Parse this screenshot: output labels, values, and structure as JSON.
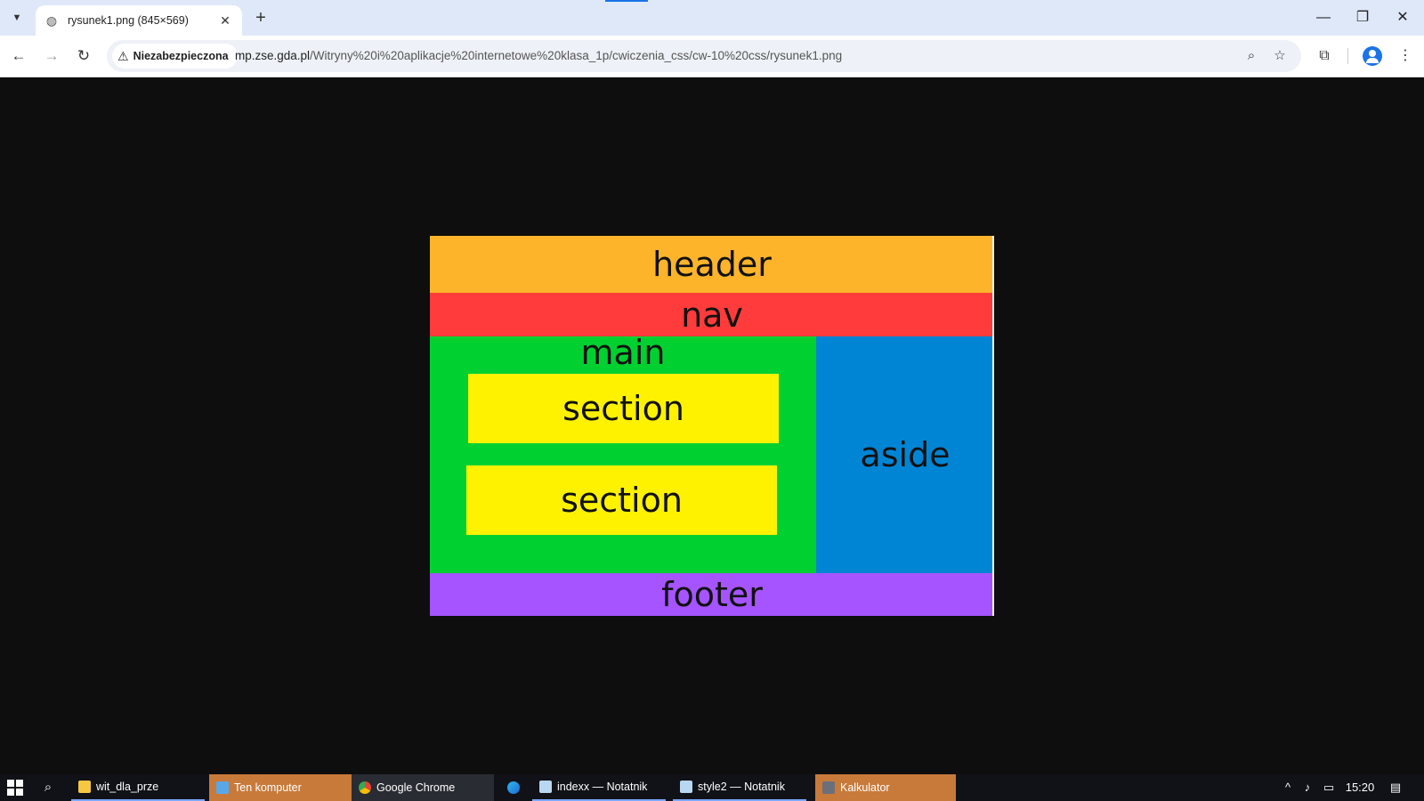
{
  "browser": {
    "tab_title": "rysunek1.png (845×569)",
    "tab_close": "✕",
    "new_tab": "+",
    "security_label": "Niezabezpieczona",
    "url_host": "mp.zse.gda.pl",
    "url_path": "/Witryny%20i%20aplikacje%20internetowe%20klasa_1p/cwiczenia_css/cw-10%20css/rysunek1.png",
    "window_controls": {
      "minimize": "—",
      "restore": "❐",
      "close": "✕"
    },
    "nav": {
      "back": "←",
      "forward": "→",
      "reload": "↻"
    }
  },
  "layout_image": {
    "header": "header",
    "nav": "nav",
    "main": "main",
    "section_1": "section",
    "section_2": "section",
    "aside": "aside",
    "footer": "footer",
    "colors": {
      "header": "#fdb42a",
      "nav": "#ff3b3b",
      "main": "#00d131",
      "section": "#fff200",
      "aside": "#0085d4",
      "footer": "#a554ff"
    }
  },
  "taskbar": {
    "items": [
      {
        "label": "wit_dla_prze",
        "icon": "folder-icon"
      },
      {
        "label": "Ten komputer",
        "icon": "computer-icon"
      },
      {
        "label": "Google Chrome",
        "icon": "chrome-icon"
      },
      {
        "label": "",
        "icon": "edge-icon"
      },
      {
        "label": "indexx — Notatnik",
        "icon": "notepad-icon"
      },
      {
        "label": "style2 — Notatnik",
        "icon": "notepad-icon"
      },
      {
        "label": "Kalkulator",
        "icon": "calculator-icon"
      }
    ],
    "clock": "15:20"
  }
}
